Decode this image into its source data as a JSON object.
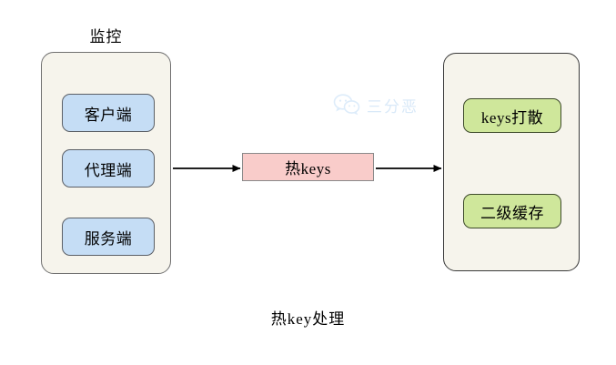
{
  "diagram": {
    "background_color": "#ffffff",
    "caption": "热key处理",
    "monitor_group": {
      "title": "监控",
      "fill": "#f6f4ec",
      "border": "#6f6f6f",
      "nodes": [
        {
          "label": "客户端",
          "fill": "#c5ddf5",
          "border": "#5b5f66"
        },
        {
          "label": "代理端",
          "fill": "#c5ddf5",
          "border": "#5b5f66"
        },
        {
          "label": "服务端",
          "fill": "#c5ddf5",
          "border": "#5b5f66"
        }
      ]
    },
    "middle_node": {
      "label": "热keys",
      "fill": "#f9ccca",
      "border": "#8a8a8a"
    },
    "solution_group": {
      "title": "",
      "fill": "#f6f4ec",
      "border": "#3a3a3a",
      "nodes": [
        {
          "label": "keys打散",
          "fill": "#cfe79b",
          "border": "#3d4a2a"
        },
        {
          "label": "二级缓存",
          "fill": "#cfe79b",
          "border": "#3d4a2a"
        }
      ]
    },
    "arrows": [
      {
        "name": "monitor-to-hotkeys",
        "color": "#000000"
      },
      {
        "name": "hotkeys-to-solutions",
        "color": "#000000"
      }
    ],
    "watermark": {
      "text": "三分恶",
      "color": "#d9e9f8",
      "icon": "wechat-icon"
    }
  }
}
